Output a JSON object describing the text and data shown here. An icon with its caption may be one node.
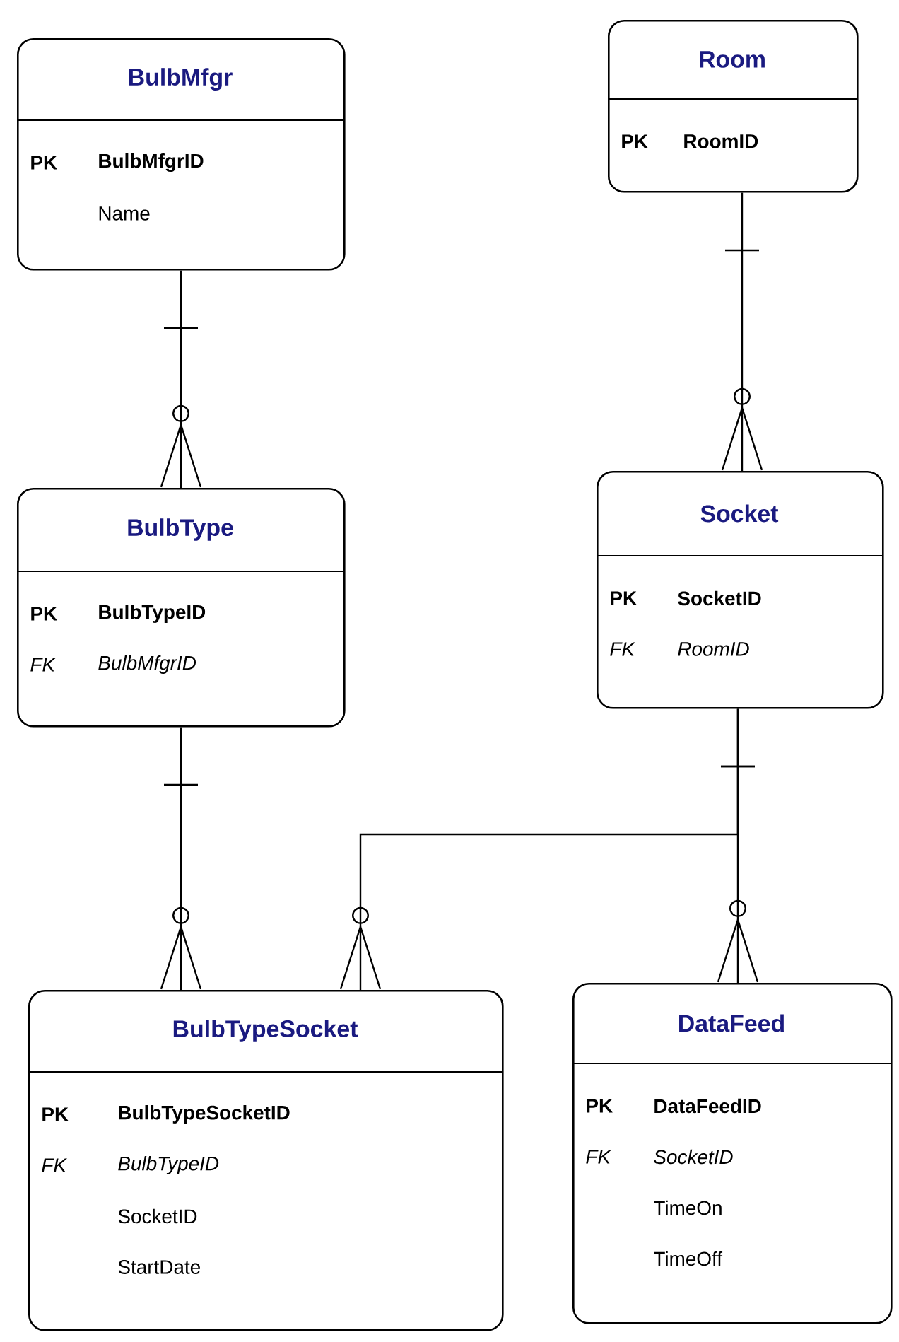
{
  "diagram": {
    "nodes": [
      {
        "text": [
          "BulbMfgr",
          "PK",
          "BulbMfgrID",
          "Name"
        ]
      },
      {
        "text": [
          "Room",
          "PK",
          "RoomID"
        ]
      },
      {
        "text": [
          "BulbType",
          "PK",
          "BulbTypeID",
          "FK",
          "BulbMfgrID"
        ]
      },
      {
        "text": [
          "Socket",
          "PK",
          "SocketID",
          "FK",
          "RoomID"
        ]
      },
      {
        "text": [
          "BulbTypeSocket",
          "PK",
          "BulbTypeSocketID",
          "FK",
          "BulbTypeID",
          "SocketID",
          "StartDate"
        ]
      },
      {
        "text": [
          "DataFeed",
          "PK",
          "DataFeedID",
          "FK",
          "SocketID",
          "TimeOn",
          "TimeOff"
        ]
      }
    ],
    "edges": [
      {
        "from": 0,
        "to": 2,
        "arrow": "other"
      },
      {
        "from": 1,
        "to": 3,
        "arrow": "other"
      },
      {
        "from": 2,
        "to": 4,
        "arrow": "other"
      },
      {
        "from": 3,
        "to": 4,
        "arrow": "other"
      },
      {
        "from": 3,
        "to": 5,
        "arrow": "other"
      }
    ]
  }
}
